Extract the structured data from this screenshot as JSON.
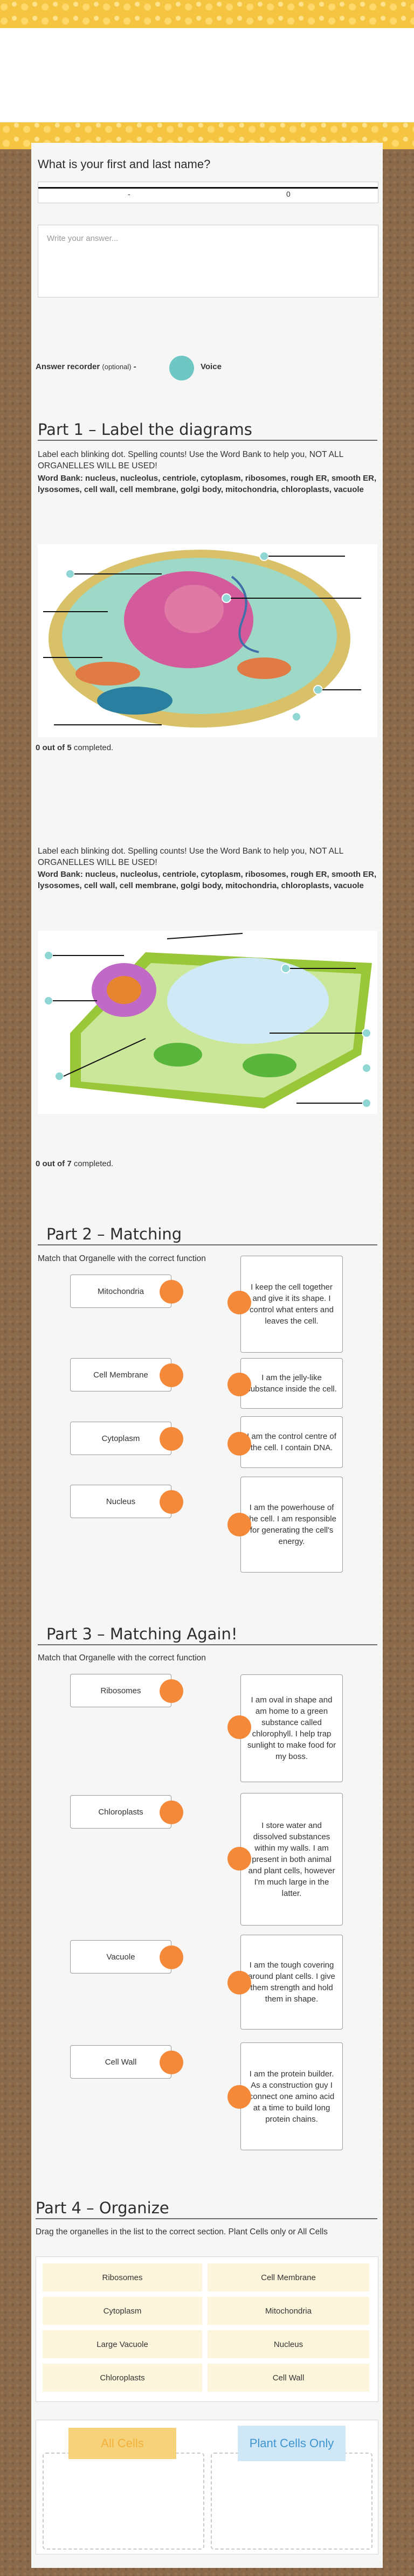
{
  "name_question": {
    "title": "What is your first and last name?",
    "placeholder": "Write your answer...",
    "strip_left": "-",
    "strip_right": "0"
  },
  "recorder": {
    "label": "Answer recorder",
    "optional": "(optional)",
    "dash": "-",
    "voice": "Voice"
  },
  "part1": {
    "title": "Part 1 – Label the diagrams",
    "instructions": "Label each blinking dot. Spelling counts! Use the Word Bank to help you, NOT ALL ORGANELLES WILL BE USED!",
    "word_bank": "Word Bank: nucleus, nucleolus, centriole, cytoplasm, ribosomes, rough ER, smooth ER, lysosomes, cell wall, cell membrane, golgi body, mitochondria, chloroplasts, vacuole",
    "diagram1": {
      "done": "0 out of 5",
      "suffix": "completed."
    },
    "diagram2": {
      "done": "0 out of 7",
      "suffix": "completed."
    }
  },
  "part2": {
    "title": "Part 2 – Matching",
    "instructions": "Match that Organelle with the correct function",
    "terms": [
      "Mitochondria",
      "Cell Membrane",
      "Cytoplasm",
      "Nucleus"
    ],
    "definitions": [
      "I keep the cell together and give it its shape. I control what enters and leaves the cell.",
      "I am the jelly-like substance inside the cell.",
      "I am the control centre of the cell. I contain DNA.",
      "I am the powerhouse of the cell. I am responsible for generating the cell's energy."
    ]
  },
  "part3": {
    "title": "Part 3 – Matching Again!",
    "instructions": "Match that Organelle with the correct function",
    "terms": [
      "Ribosomes",
      "Chloroplasts",
      "Vacuole",
      "Cell Wall"
    ],
    "definitions": [
      "I am oval in shape and am home to a green substance called chlorophyll. I help trap sunlight to make food for my boss.",
      "I store water and dissolved substances within my walls. I am present in both animal and plant cells, however I'm much large in the latter.",
      "I am the tough covering around plant cells. I give them strength and hold them in shape.",
      "I am the protein builder. As a construction guy I connect one amino acid at a time to build long protein chains."
    ]
  },
  "part4": {
    "title": "Part 4 – Organize",
    "instructions": "Drag the organelles in the list to the correct section. Plant Cells only or All Cells",
    "items": [
      "Ribosomes",
      "Cell Membrane",
      "Cytoplasm",
      "Mitochondria",
      "Large Vacuole",
      "Nucleus",
      "Chloroplasts",
      "Cell Wall"
    ],
    "zone_all": "All Cells",
    "zone_plant": "Plant Cells Only"
  },
  "colors": {
    "accent": "#f4893a",
    "voice": "#6fc7c4",
    "banner_yellow": "#f6d27a",
    "banner_blue": "#cfe7f6"
  }
}
